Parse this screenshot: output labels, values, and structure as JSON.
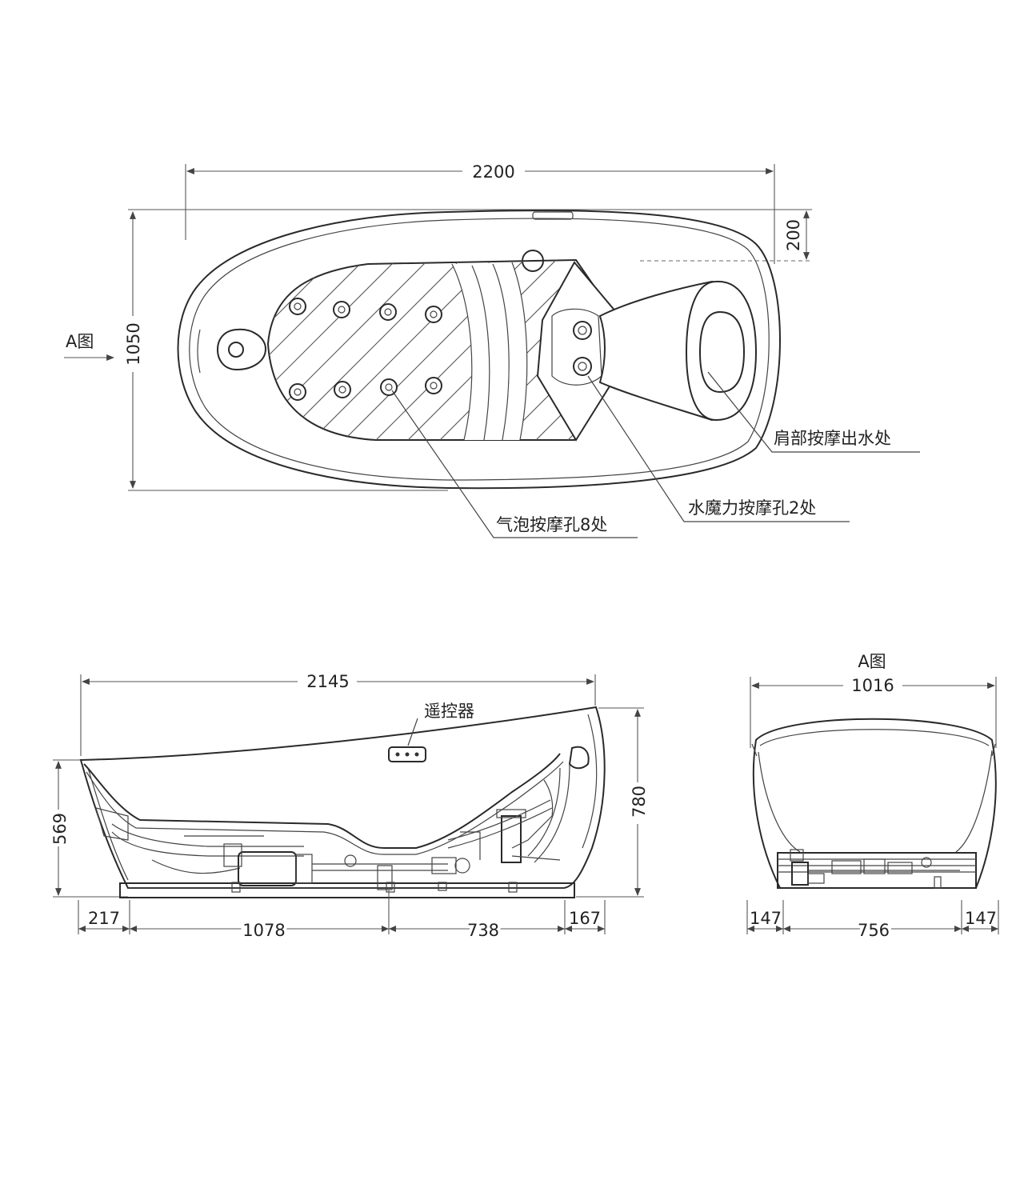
{
  "top_view": {
    "dim_length": "2200",
    "dim_width": "1050",
    "dim_offset": "200",
    "view_marker": "A图",
    "callouts": {
      "shoulder_outlet": "肩部按摩出水处",
      "hydro_holes": "水魔力按摩孔2处",
      "bubble_holes": "气泡按摩孔8处"
    }
  },
  "side_view": {
    "dim_length": "2145",
    "dim_height_total": "780",
    "dim_height_front": "569",
    "remote_label": "遥控器",
    "base_dims": [
      "217",
      "1078",
      "738",
      "167"
    ]
  },
  "end_view": {
    "title": "A图",
    "dim_width": "1016",
    "base_dims": [
      "147",
      "756",
      "147"
    ]
  }
}
